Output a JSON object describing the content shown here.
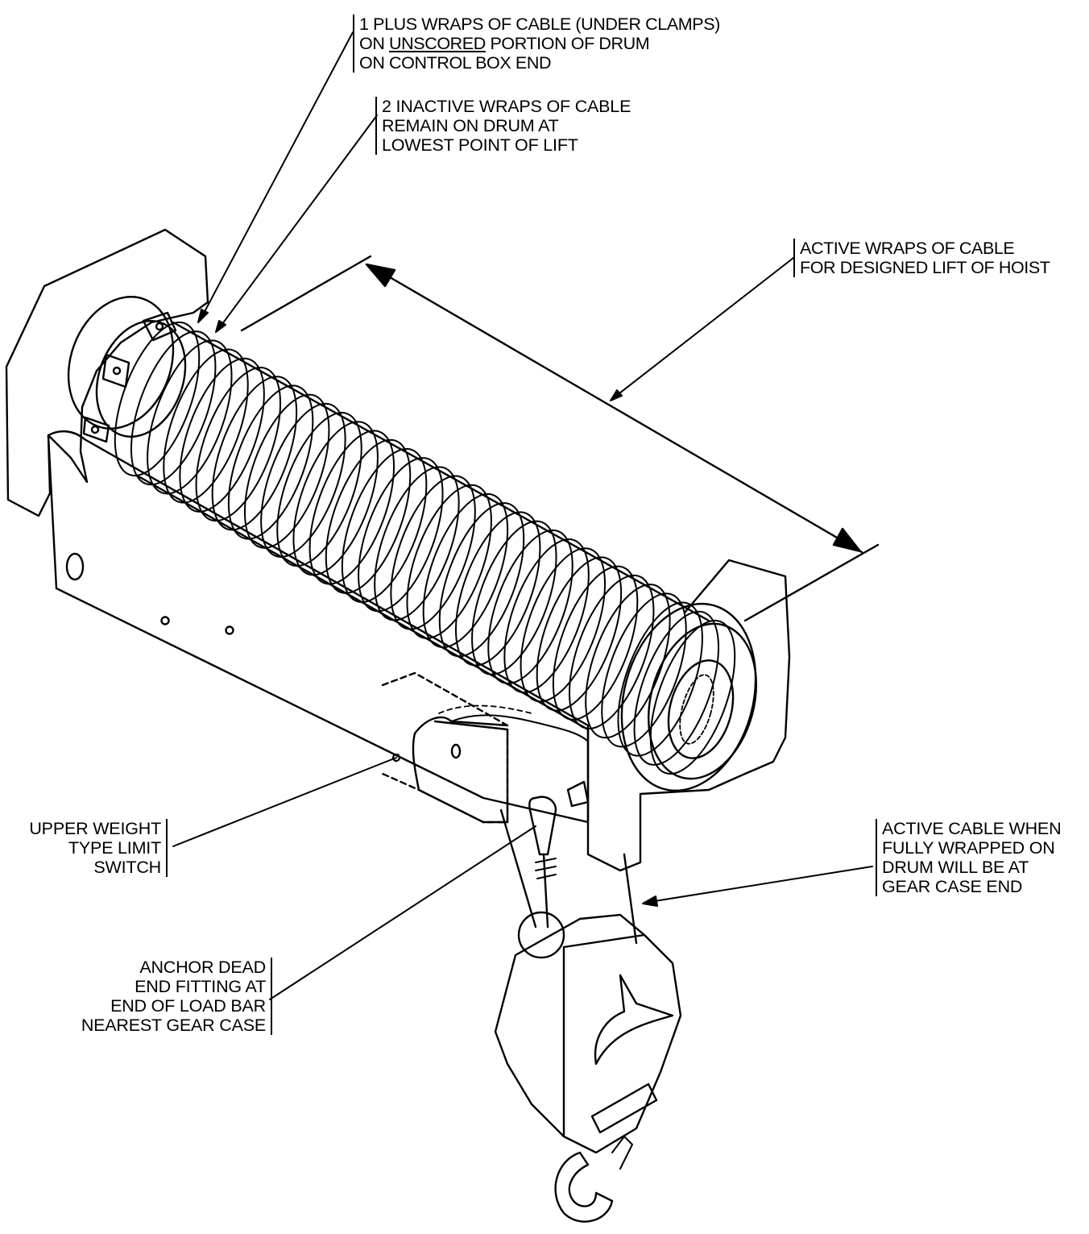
{
  "callouts": {
    "plus_wraps": {
      "line1": "1 PLUS WRAPS OF CABLE (UNDER CLAMPS)",
      "line2_pre": "ON ",
      "line2_underlined": "UNSCORED",
      "line2_post": " PORTION OF DRUM",
      "line3": "ON CONTROL BOX END"
    },
    "inactive_wraps": {
      "lines": [
        "2 INACTIVE WRAPS OF CABLE",
        "REMAIN ON DRUM AT",
        "LOWEST POINT OF LIFT"
      ]
    },
    "active_wraps": {
      "lines": [
        "ACTIVE WRAPS OF CABLE",
        "FOR DESIGNED LIFT OF HOIST"
      ]
    },
    "limit_switch": {
      "lines": [
        "UPPER WEIGHT",
        "TYPE LIMIT",
        "SWITCH"
      ]
    },
    "active_cable": {
      "lines": [
        "ACTIVE CABLE WHEN",
        "FULLY WRAPPED ON",
        "DRUM WILL BE AT",
        "GEAR CASE END"
      ]
    },
    "anchor": {
      "lines": [
        "ANCHOR DEAD",
        "END FITTING AT",
        "END OF LOAD BAR",
        "NEAREST GEAR CASE"
      ]
    }
  },
  "colors": {
    "ink": "#000000",
    "paper": "#ffffff"
  }
}
